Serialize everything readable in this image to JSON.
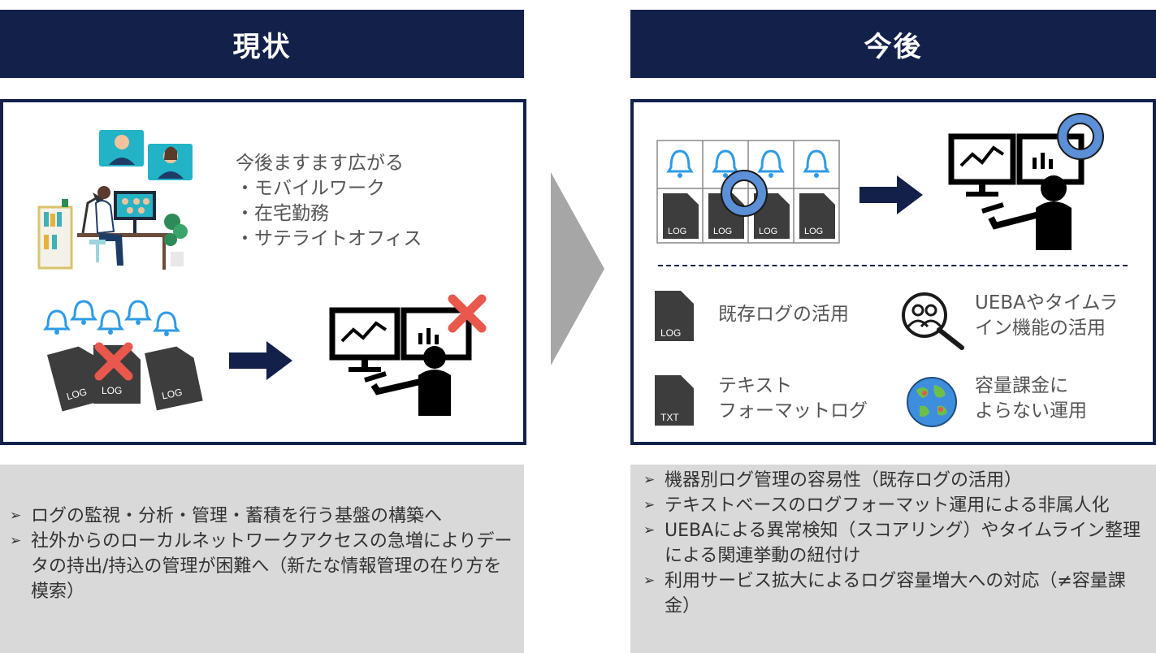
{
  "left": {
    "header": "現状",
    "intro_lines": [
      "今後ますます広がる",
      "・モバイルワーク",
      "・在宅勤務",
      "・サテライトオフィス"
    ],
    "log_labels": [
      "LOG",
      "LOG",
      "LOG"
    ],
    "bullets": [
      "ログの監視・分析・管理・蓄積を行う基盤の構築へ",
      "社外からのローカルネットワークアクセスの急増によりデータの持出/持込の管理が困難へ（新たな情報管理の在り方を模索）"
    ]
  },
  "right": {
    "header": "今後",
    "grid_log_labels": [
      "LOG",
      "LOG",
      "LOG",
      "LOG"
    ],
    "features": [
      {
        "icon": "log-file-icon",
        "badge": "LOG",
        "lines": [
          "既存ログの活用"
        ]
      },
      {
        "icon": "search-users-icon",
        "lines": [
          "UEBAやタイムラ",
          "イン機能の活用"
        ]
      },
      {
        "icon": "txt-file-icon",
        "badge": "TXT",
        "lines": [
          "テキスト",
          "フォーマットログ"
        ]
      },
      {
        "icon": "globe-icon",
        "lines": [
          "容量課金に",
          "よらない運用"
        ]
      }
    ],
    "bullets": [
      "機器別ログ管理の容易性（既存ログの活用）",
      "テキストベースのログフォーマット運用による非属人化",
      "UEBAによる異常検知（スコアリング）やタイムライン整理による関連挙動の紐付け",
      "利用サービス拡大によるログ容量増大への対応（≠容量課金）"
    ]
  },
  "colors": {
    "navy": "#13214a",
    "bell_blue": "#2e9be6",
    "ring_blue": "#5b8fd6",
    "cross_red": "#e8584c",
    "arrow_gray": "#a6a6a6",
    "box_gray": "#d9d9d9"
  }
}
